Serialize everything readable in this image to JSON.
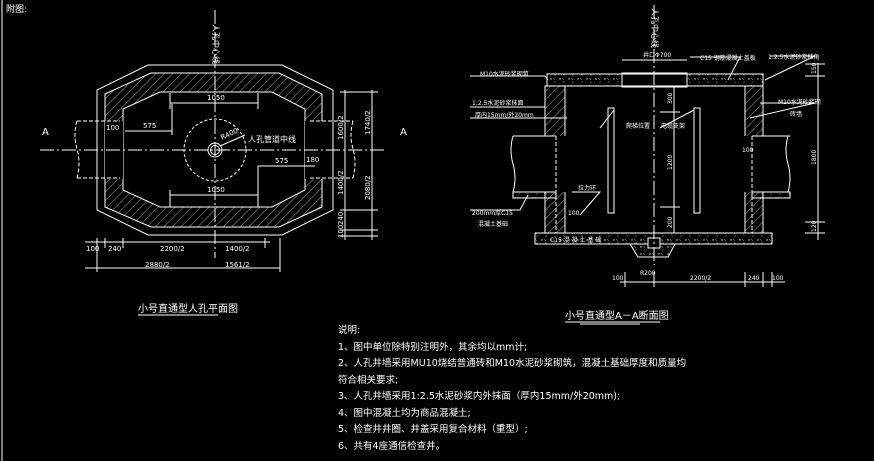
{
  "header": {
    "label": "附图:"
  },
  "plan": {
    "title": "小号直通型人孔平面图",
    "section_mark": "A",
    "centerline_label": "人孔中心线",
    "pipe_center_label": "人孔管道中线",
    "radius_label": "R400",
    "dims": {
      "top_1050": "1050",
      "bottom_1050": "1050",
      "left_575": "575",
      "right_575": "575",
      "left_100": "100",
      "right_180": "180",
      "bottom_100": "100",
      "bottom_240": "240",
      "bottom_2200": "2200/2",
      "bottom_1400": "1400/2",
      "bottom_2880": "2880/2",
      "bottom_1561": "1561/2",
      "side_1600": "1600/2",
      "side_1400": "1400/2",
      "side_240": "240",
      "side_100": "100",
      "side_1740": "1740/2",
      "side_2080": "2080/2"
    }
  },
  "section": {
    "title": "小号直通型A－A断面图",
    "centerline_label": "人孔中心线",
    "labels": {
      "opening": "井口Φ700",
      "cover": "C15 钢筋混凝土盖板",
      "plaster_top": "1:2.5水泥砂浆抹角",
      "mortar": "M10水泥砂浆砌筑",
      "plaster_wall": "1:2.5水泥砂浆抹面",
      "plaster_thk": "厚内15mm/外20mm",
      "wall_right": "M10水泥砂浆砌",
      "wall_right2": "砖墙",
      "ladder_pos": "爬梯位置",
      "bracket": "电缆支架",
      "pull_iron": "拉力环",
      "pipe_base": "200mm厚C15",
      "pipe_base2": "混凝土基础",
      "base": "C15 混 凝 土 基 础"
    },
    "dims": {
      "d300": "300",
      "d1200": "1200",
      "d200": "200",
      "d100": "100",
      "d1800": "1800",
      "d120": "120",
      "r200": "R200",
      "b100l": "100",
      "b2200": "2200/2",
      "b240": "240",
      "b100r": "100",
      "d150": "150"
    }
  },
  "notes": {
    "heading": "说明:",
    "items": [
      "1、图中单位除特别注明外，其余均以mm计;",
      "2、人孔井墙采用MU10烧结普通砖和M10水泥砂浆砌筑，混凝土基础厚度和质量均",
      "符合相关要求;",
      "3、人孔井墙采用1:2.5水泥砂浆内外抹面（厚内15mm/外20mm);",
      "4、图中混凝土均为商品混凝土;",
      "5、检查井井圈、井盖采用复合材料（重型）;",
      "6、共有4座通信检查井。"
    ]
  }
}
